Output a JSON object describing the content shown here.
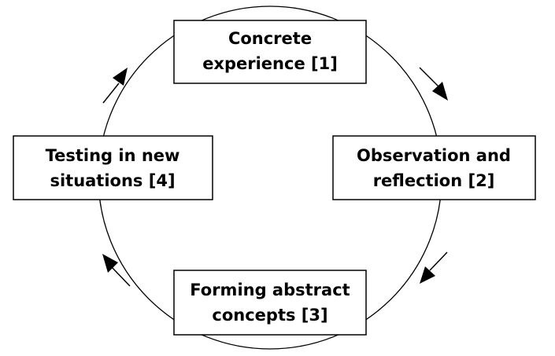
{
  "diagram": {
    "stages": [
      {
        "line1": "Concrete",
        "line2": "experience [1]"
      },
      {
        "line1": "Observation and",
        "line2": "reflection [2]"
      },
      {
        "line1": "Forming abstract",
        "line2": "concepts [3]"
      },
      {
        "line1": "Testing in new",
        "line2": "situations [4]"
      }
    ],
    "colors": {
      "stroke": "#000000",
      "fill": "#ffffff",
      "text": "#000000"
    },
    "arrow_icons": [
      "arrow-down-right-icon",
      "arrow-down-left-icon",
      "arrow-up-left-icon",
      "arrow-up-right-icon"
    ]
  }
}
